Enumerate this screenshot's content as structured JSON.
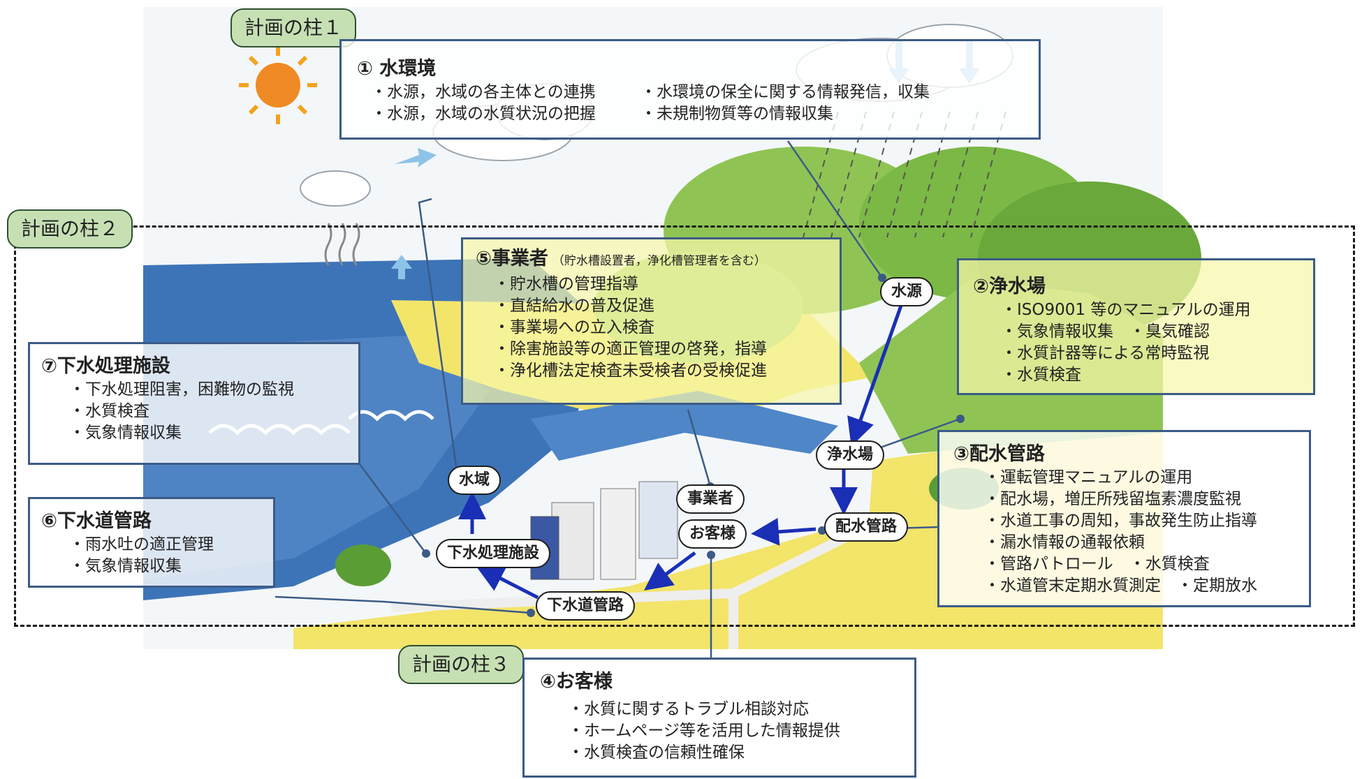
{
  "pillars": {
    "p1": "計画の柱１",
    "p2": "計画の柱２",
    "p3": "計画の柱３"
  },
  "boxes": {
    "water_env": {
      "title": "①  水環境",
      "items_left": [
        "水源，水域の各主体との連携",
        "水源，水域の水質状況の把握"
      ],
      "items_right": [
        "水環境の保全に関する情報発信，収集",
        "未規制物質等の情報収集"
      ]
    },
    "business": {
      "title": "⑤事業者",
      "subtitle": "（貯水槽設置者，浄化槽管理者を含む）",
      "items": [
        "貯水槽の管理指導",
        "直結給水の普及促進",
        "事業場への立入検査",
        "除害施設等の適正管理の啓発，指導",
        "浄化槽法定検査未受検者の受検促進"
      ]
    },
    "purification": {
      "title": "②浄水場",
      "items": [
        "ISO9001 等のマニュアルの運用",
        "気象情報収集　・臭気確認",
        "水質計器等による常時監視",
        "水質検査"
      ]
    },
    "sewage_plant": {
      "title": "⑦下水処理施設",
      "items": [
        "下水処理阻害，困難物の監視",
        "水質検査",
        "気象情報収集"
      ]
    },
    "distribution": {
      "title": "③配水管路",
      "items": [
        "運転管理マニュアルの運用",
        "配水場，増圧所残留塩素濃度監視",
        "水道工事の周知，事故発生防止指導",
        "漏水情報の通報依頼",
        "管路パトロール　・水質検査",
        "水道管末定期水質測定　・定期放水"
      ]
    },
    "sewer": {
      "title": "⑥下水道管路",
      "items": [
        "雨水吐の適正管理",
        "気象情報収集"
      ]
    },
    "customer": {
      "title": "④お客様",
      "items": [
        "水質に関するトラブル相談対応",
        "ホームページ等を活用した情報提供",
        "水質検査の信頼性確保"
      ]
    }
  },
  "nodes": {
    "suigen": "水源",
    "jousuijo": "浄水場",
    "haisui": "配水管路",
    "okyaku": "お客様",
    "jigyousha": "事業者",
    "suiiki": "水域",
    "gesui_shisetsu": "下水処理施設",
    "gesuido": "下水道管路"
  },
  "colors": {
    "box_border": "#3b5b86",
    "arrow": "#1a2fb5",
    "pillar_fill": "#c6e0b4",
    "yellow_box": "#f6f6aa"
  }
}
